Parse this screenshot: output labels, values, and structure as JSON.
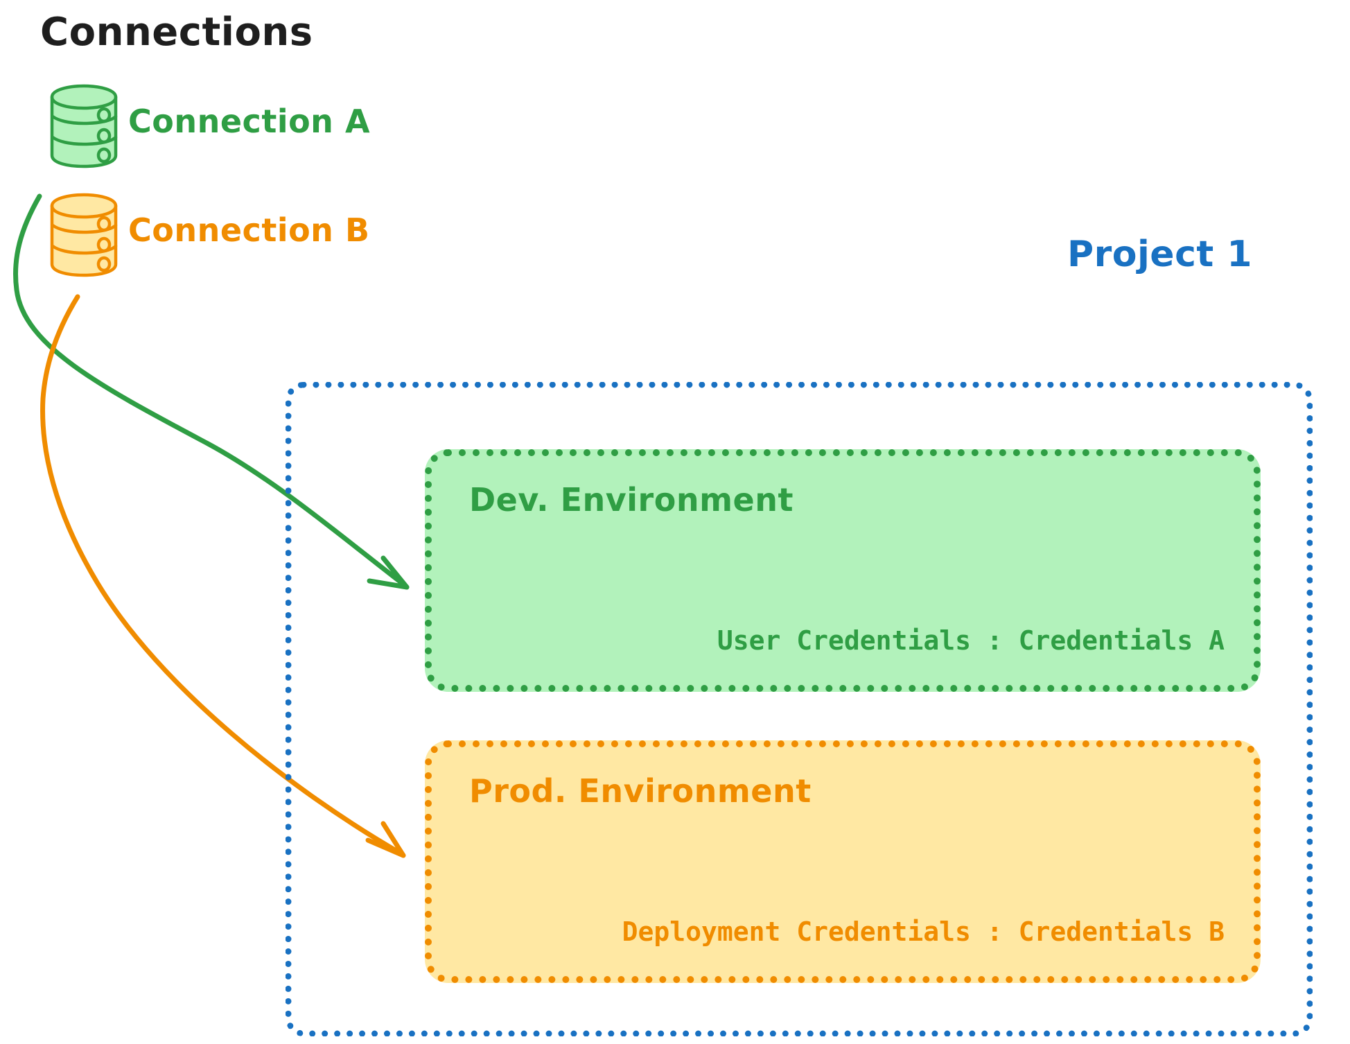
{
  "diagram": {
    "title": "Connections",
    "title_color": "#1e1e1e",
    "background": "#ffffff"
  },
  "connections": {
    "heading": "Connections",
    "items": [
      {
        "label": "Connection A",
        "color": "#2f9e44",
        "fill": "#b2f2bb",
        "icon": "database-cylinder-icon"
      },
      {
        "label": "Connection B",
        "color": "#f08c00",
        "fill": "#ffe8a3",
        "icon": "database-cylinder-icon"
      }
    ]
  },
  "project": {
    "label": "Project 1",
    "label_color": "#1971c2",
    "border_color": "#1971c2",
    "environments": [
      {
        "title": "Dev. Environment",
        "credentials": "User Credentials : Credentials A",
        "color": "#2f9e44",
        "fill": "#b2f2bb"
      },
      {
        "title": "Prod. Environment",
        "credentials": "Deployment Credentials : Credentials B",
        "color": "#f08c00",
        "fill": "#ffe8a3"
      }
    ]
  },
  "arrows": [
    {
      "name": "arrow-connection-a-to-dev",
      "from": "Connection A",
      "to": "Dev. Environment",
      "color": "#2f9e44"
    },
    {
      "name": "arrow-connection-b-to-prod",
      "from": "Connection B",
      "to": "Prod. Environment",
      "color": "#f08c00"
    }
  ]
}
